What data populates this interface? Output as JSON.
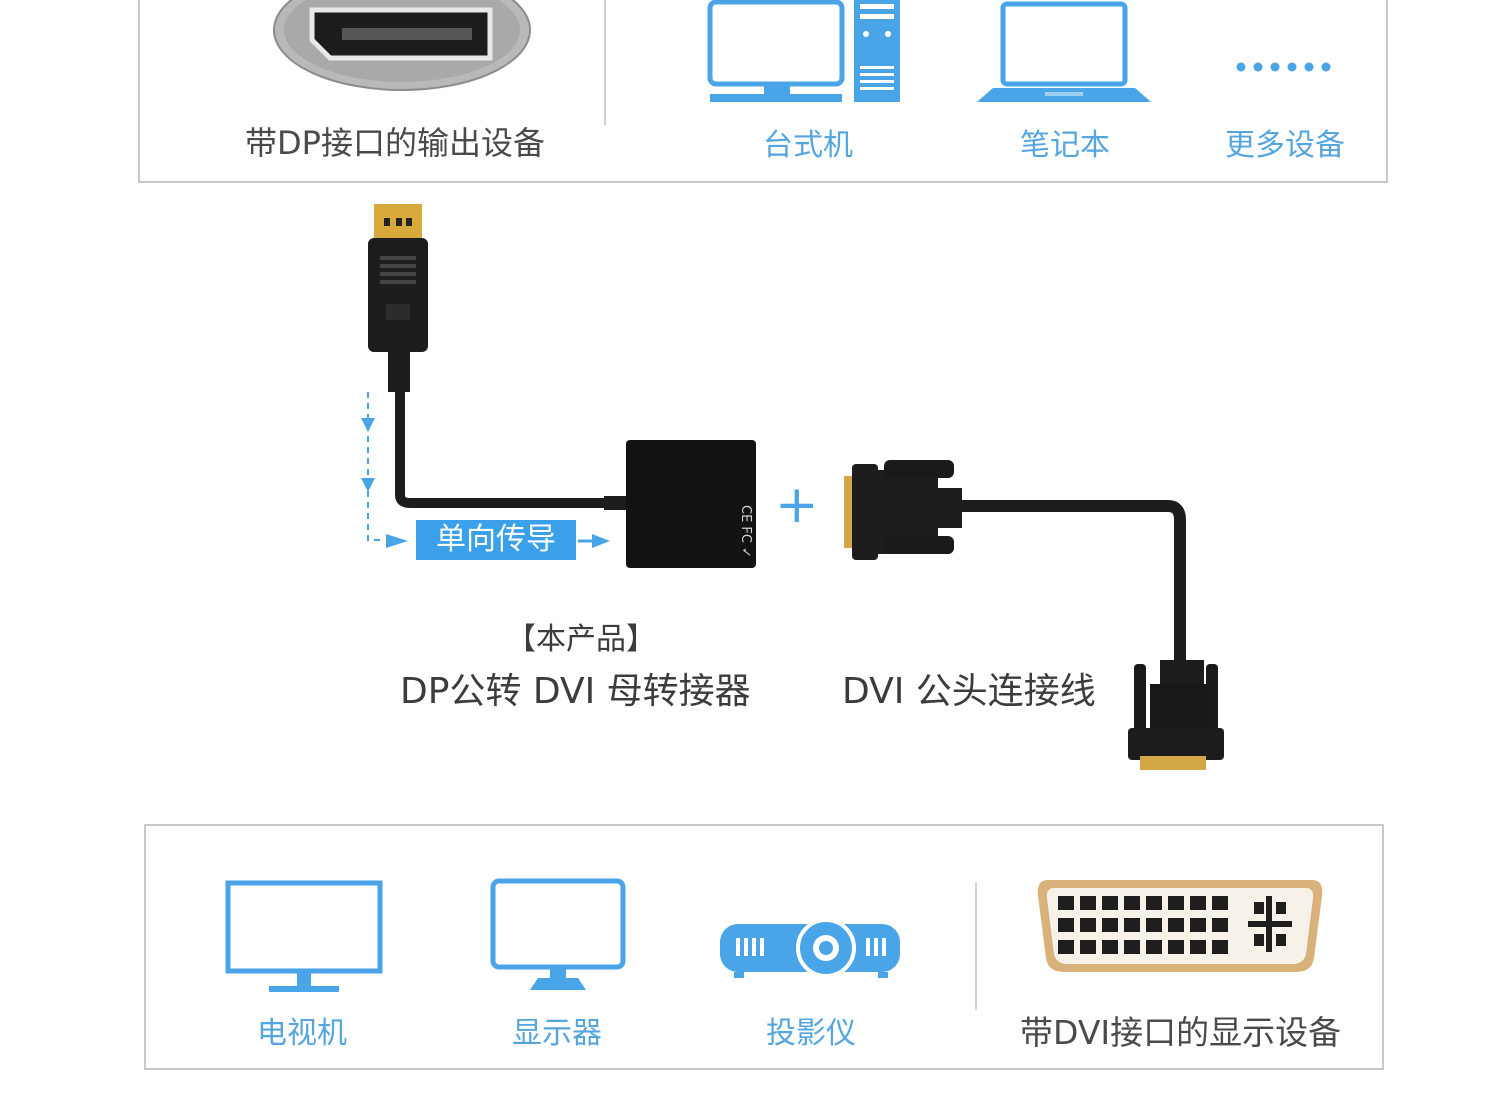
{
  "top_panel": {
    "source_label": "带DP接口的输出设备",
    "devices": [
      {
        "label": "台式机",
        "icon": "desktop-computer-icon"
      },
      {
        "label": "笔记本",
        "icon": "laptop-icon"
      },
      {
        "label": "更多设备",
        "icon": "more-dots-icon"
      }
    ]
  },
  "middle": {
    "flow_badge": "单向传导",
    "plus": "+",
    "product_tag": "【本产品】",
    "adapter_label": "DP公转 DVI 母转接器",
    "cable_label": "DVI 公头连接线"
  },
  "bottom_panel": {
    "devices": [
      {
        "label": "电视机",
        "icon": "tv-icon"
      },
      {
        "label": "显示器",
        "icon": "monitor-icon"
      },
      {
        "label": "投影仪",
        "icon": "projector-icon"
      }
    ],
    "target_label": "带DVI接口的显示设备"
  },
  "colors": {
    "accent_blue": "#3aa0ea",
    "icon_blue": "#4aa5e8",
    "border": "#c8c8c8"
  }
}
